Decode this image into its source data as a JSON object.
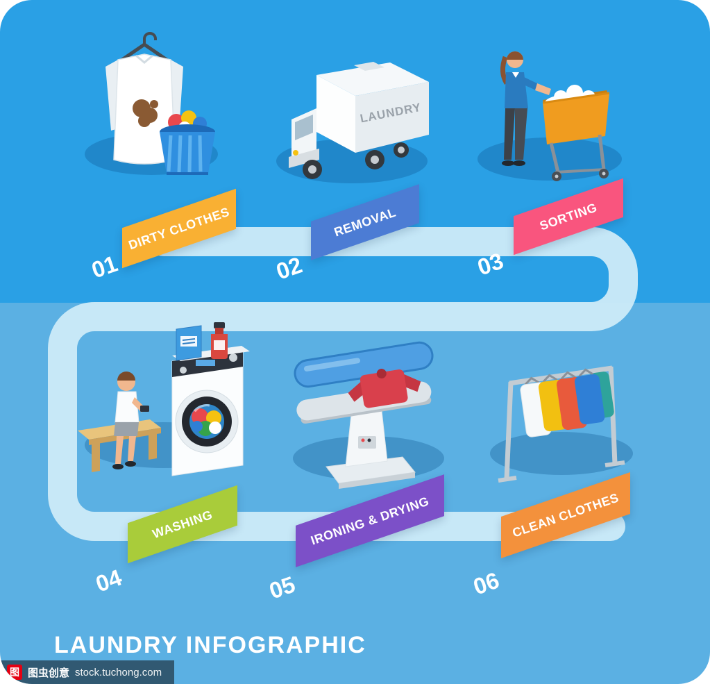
{
  "title": "LAUNDRY INFOGRAPHIC",
  "van_label": "LAUNDRY",
  "watermark": {
    "logo": "图",
    "brand": "图虫创意",
    "site": "stock.tuchong.com"
  },
  "steps": [
    {
      "number": "01",
      "label": "DIRTY CLOTHES",
      "color": "#F9B033"
    },
    {
      "number": "02",
      "label": "REMOVAL",
      "color": "#4C7CD4"
    },
    {
      "number": "03",
      "label": "SORTING",
      "color": "#F9557E"
    },
    {
      "number": "04",
      "label": "WASHING",
      "color": "#A9CC3A"
    },
    {
      "number": "05",
      "label": "IRONING & DRYING",
      "color": "#7C50C8"
    },
    {
      "number": "06",
      "label": "CLEAN CLOTHES",
      "color": "#F3913C"
    }
  ],
  "colors": {
    "bg_top": "#2AA0E5",
    "bg_bottom": "#5BB0E3",
    "flow_path": "#CDEBF8",
    "shadow": "rgba(10,80,140,0.30)"
  }
}
